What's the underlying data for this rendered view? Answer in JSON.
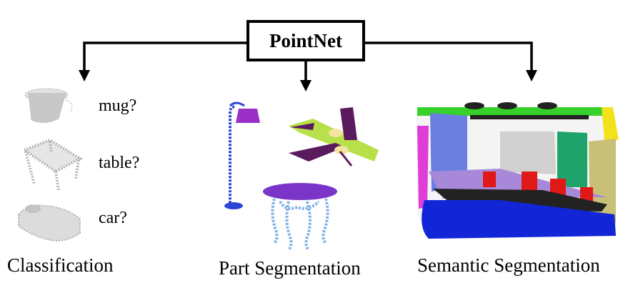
{
  "center_box": {
    "label": "PointNet"
  },
  "classification": {
    "title": "Classification",
    "items": [
      {
        "label": "mug?",
        "icon": "mug-pointcloud-icon"
      },
      {
        "label": "table?",
        "icon": "table-pointcloud-icon"
      },
      {
        "label": "car?",
        "icon": "car-pointcloud-icon"
      }
    ]
  },
  "part_segmentation": {
    "title": "Part Segmentation",
    "objects": [
      "lamp-pointcloud",
      "airplane-pointcloud",
      "table-pointcloud"
    ]
  },
  "semantic_segmentation": {
    "title": "Semantic Segmentation",
    "objects": [
      "room-pointcloud"
    ]
  },
  "colors": {
    "lamp_shade": "#9b30c8",
    "lamp_body": "#2b44d6",
    "plane_body": "#b8e04a",
    "plane_tail": "#5a1a5e",
    "plane_engine": "#f2e3a0",
    "table_top": "#7a35c8",
    "table_legs": "#7fb0e6",
    "room_floor": "#1226d8",
    "room_wall_blue": "#6b7fe0",
    "room_ceiling": "#36d12a",
    "room_yellow": "#f2e21a",
    "room_magenta": "#e03cd8",
    "room_green": "#1fa36a",
    "room_olive": "#c9c078",
    "room_red": "#e01818",
    "room_gray": "#d0d0d0",
    "room_dark": "#222222",
    "room_violet": "#a888d8"
  }
}
